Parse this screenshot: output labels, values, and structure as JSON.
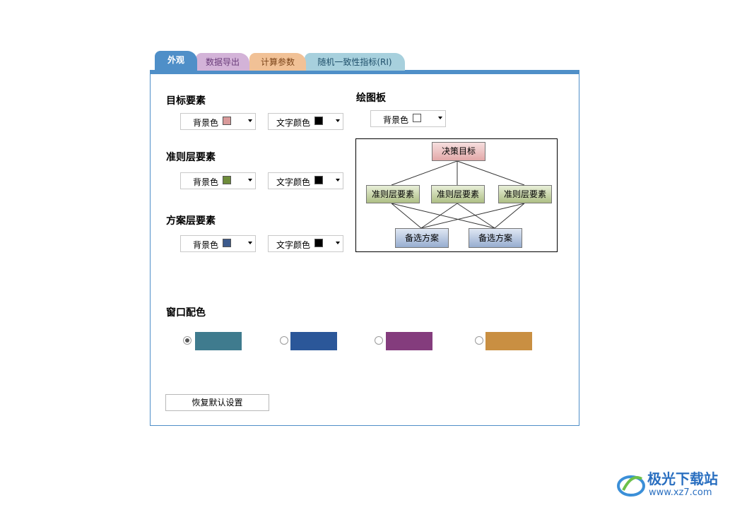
{
  "tabs": [
    "外观",
    "数据导出",
    "计算参数",
    "随机一致性指标(RI)"
  ],
  "sections": {
    "target": {
      "title": "目标要素",
      "bg": {
        "label": "背景色",
        "color": "#d99a9a"
      },
      "text": {
        "label": "文字颜色",
        "color": "#000000"
      }
    },
    "criteria": {
      "title": "准则层要素",
      "bg": {
        "label": "背景色",
        "color": "#6e8c3a"
      },
      "text": {
        "label": "文字颜色",
        "color": "#000000"
      }
    },
    "plan": {
      "title": "方案层要素",
      "bg": {
        "label": "背景色",
        "color": "#3c5a8c"
      },
      "text": {
        "label": "文字颜色",
        "color": "#000000"
      }
    },
    "board": {
      "title": "绘图板",
      "bg": {
        "label": "背景色",
        "color": "#ffffff"
      }
    }
  },
  "diagram": {
    "goal": "决策目标",
    "criteria": [
      "准则层要素",
      "准则层要素",
      "准则层要素"
    ],
    "alternatives": [
      "备选方案",
      "备选方案"
    ]
  },
  "window_color": {
    "title": "窗口配色",
    "options": [
      {
        "color": "#3f7b8e",
        "selected": true
      },
      {
        "color": "#2b5799",
        "selected": false
      },
      {
        "color": "#843c7d",
        "selected": false
      },
      {
        "color": "#c98f42",
        "selected": false
      }
    ]
  },
  "reset_button": "恢复默认设置",
  "watermark": {
    "name": "极光下载站",
    "url": "www.xz7.com"
  }
}
